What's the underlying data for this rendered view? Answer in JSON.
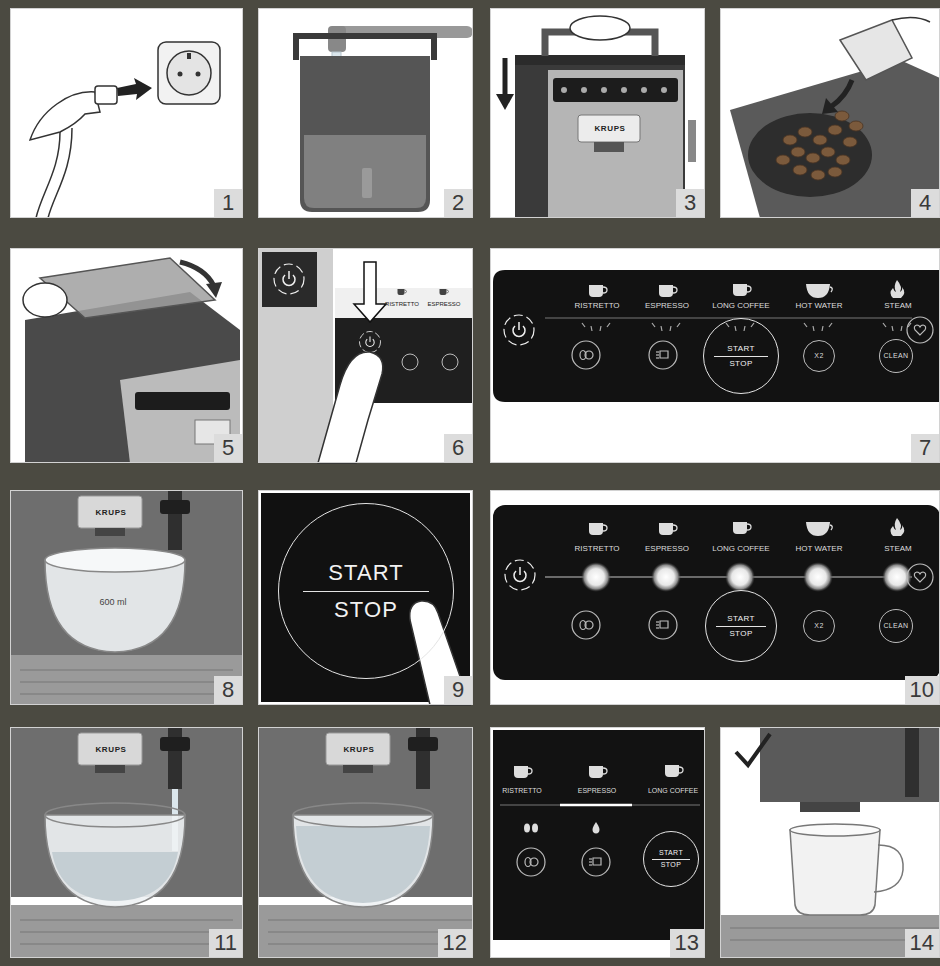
{
  "diagram": {
    "nodes": [
      {
        "text": [
          "1"
        ]
      },
      {
        "text": [
          "2"
        ]
      },
      {
        "text": [
          "3"
        ]
      },
      {
        "text": [
          "4"
        ]
      },
      {
        "text": [
          "5"
        ]
      },
      {
        "text": [
          "6"
        ]
      },
      {
        "text": [
          "7"
        ]
      },
      {
        "text": [
          "START",
          "STOP"
        ],
        "in": 6
      },
      {
        "text": [
          "X2"
        ],
        "in": 6
      },
      {
        "text": [
          "CLEAN"
        ],
        "in": 6
      },
      {
        "text": [
          "8"
        ]
      },
      {
        "text": [
          "9"
        ]
      },
      {
        "text": [
          "START",
          "STOP"
        ],
        "in": 11
      },
      {
        "text": [
          "10"
        ]
      },
      {
        "text": [
          "START",
          "STOP"
        ],
        "in": 13
      },
      {
        "text": [
          "X2"
        ],
        "in": 13
      },
      {
        "text": [
          "CLEAN"
        ],
        "in": 13
      },
      {
        "text": [
          "11"
        ]
      },
      {
        "text": [
          "12"
        ]
      },
      {
        "text": [
          "13"
        ]
      },
      {
        "text": [
          "START",
          "STOP"
        ],
        "in": 19
      },
      {
        "text": [
          "14"
        ]
      }
    ],
    "labels": [
      "KRUPS",
      "RISTRETTO",
      "ESPRESSO",
      "RISTRETTO",
      "ESPRESSO",
      "LONG COFFEE",
      "HOT WATER",
      "STEAM",
      "KRUPS",
      "600 ml",
      "RISTRETTO",
      "ESPRESSO",
      "LONG COFFEE",
      "HOT WATER",
      "STEAM",
      "KRUPS",
      "KRUPS",
      "RISTRETTO",
      "ESPRESSO",
      "LONG COFFEE"
    ]
  }
}
